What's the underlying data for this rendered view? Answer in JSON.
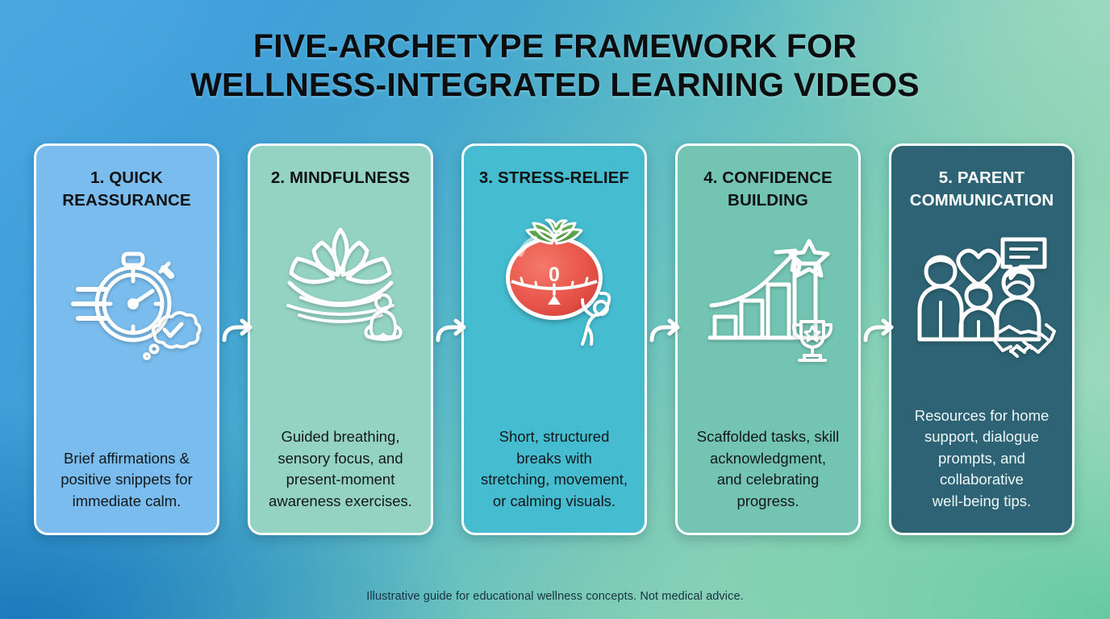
{
  "title": {
    "line1": "FIVE-ARCHETYPE FRAMEWORK FOR",
    "line2": "WELLNESS-INTEGRATED LEARNING VIDEOS"
  },
  "footer": {
    "note": "Illustrative guide for educational wellness concepts. Not medical advice."
  },
  "background": {
    "gradient_from": "#4ba6e0",
    "gradient_mid": "#5fbdc4",
    "gradient_to": "#46b98c"
  },
  "cards": [
    {
      "index": "1",
      "title": "1. QUICK\nREASSURANCE",
      "description": "Brief affirmations &\npositive snippets for\nimmediate calm.",
      "fill": "#79bced",
      "text_color": "#101214",
      "main_icon": "stopwatch-icon",
      "sub_icon": "thought-bubble-check-icon"
    },
    {
      "index": "2",
      "title": "2. MINDFULNESS",
      "description": "Guided breathing,\nsensory focus, and\npresent-moment\nawareness exercises.",
      "fill": "#94d3c2",
      "text_color": "#101214",
      "main_icon": "lotus-flower-icon",
      "sub_icon": "meditating-person-icon"
    },
    {
      "index": "3",
      "title": "3. STRESS-RELIEF",
      "description": "Short, structured\nbreaks with\nstretching, movement,\nor calming visuals.",
      "fill": "#45bcd0",
      "text_color": "#101214",
      "main_icon": "pomodoro-tomato-timer-icon",
      "sub_icon": "stretching-person-icon",
      "timer_dial_label": "0",
      "tomato_body_color": "#ea5a4e",
      "tomato_leaf_color": "#58a349"
    },
    {
      "index": "4",
      "title": "4. CONFIDENCE\nBUILDING",
      "description": "Scaffolded tasks, skill\nacknowledgment,\nand celebrating\nprogress.",
      "fill": "#73c4b3",
      "text_color": "#101214",
      "main_icon": "growth-bar-chart-star-icon",
      "sub_icon": "trophy-icon"
    },
    {
      "index": "5",
      "title": "5. PARENT\nCOMMUNICATION",
      "description": "Resources for home\nsupport, dialogue\nprompts, and\ncollaborative\nwell-being tips.",
      "fill": "#2d6374",
      "text_color": "#ffffff",
      "main_icon": "family-heart-chat-icon",
      "sub_icon": "handshake-icon"
    }
  ],
  "connectors": [
    {
      "name": "arrow-1-to-2",
      "icon": "curved-arrow-right-icon"
    },
    {
      "name": "arrow-2-to-3",
      "icon": "curved-arrow-right-icon"
    },
    {
      "name": "arrow-3-to-4",
      "icon": "curved-arrow-right-icon"
    },
    {
      "name": "arrow-4-to-5",
      "icon": "curved-arrow-right-icon"
    }
  ]
}
